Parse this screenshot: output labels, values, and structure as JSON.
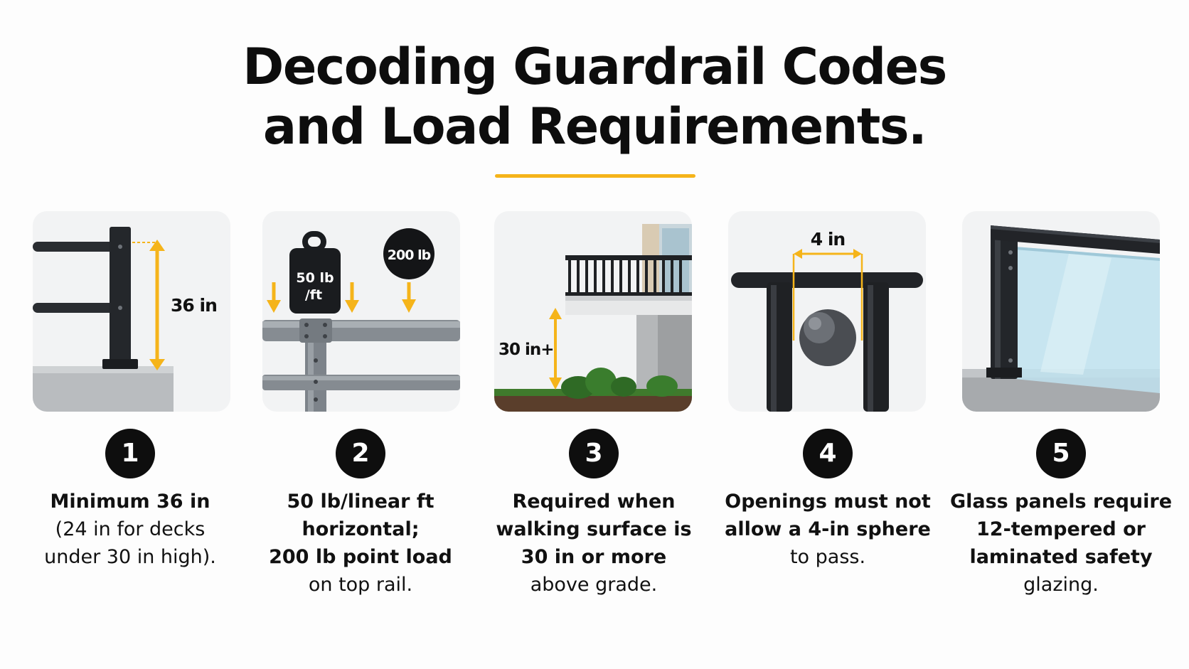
{
  "title": {
    "line1": "Decoding Guardrail Codes",
    "line2": "and Load Requirements."
  },
  "colors": {
    "accent": "#f5b41a",
    "rail": "#2a2d31",
    "metal": "#8a9096",
    "card_bg": "#f2f3f4",
    "glass": "#bfe2ef"
  },
  "cards": [
    {
      "number": "1",
      "label": "36 in",
      "caption": [
        "Minimum 36 in",
        "(24 in for decks",
        "under 30 in high)."
      ]
    },
    {
      "number": "2",
      "weight_label": "50 lb\n/ft",
      "weight_line1": "50 lb",
      "weight_line2": "/ft",
      "point_label": "200 lb",
      "caption": [
        "50 lb/linear ft",
        "horizontal;",
        "200 lb point load",
        "on top rail."
      ]
    },
    {
      "number": "3",
      "label": "30 in+",
      "caption": [
        "Required when",
        "walking surface is",
        "30 in or more",
        "above grade."
      ]
    },
    {
      "number": "4",
      "label": "4 in",
      "caption": [
        "Openings must not",
        "allow a 4-in sphere",
        "to pass."
      ]
    },
    {
      "number": "5",
      "caption": [
        "Glass panels require",
        "12-tempered or",
        "laminated safety",
        "glazing."
      ]
    }
  ]
}
